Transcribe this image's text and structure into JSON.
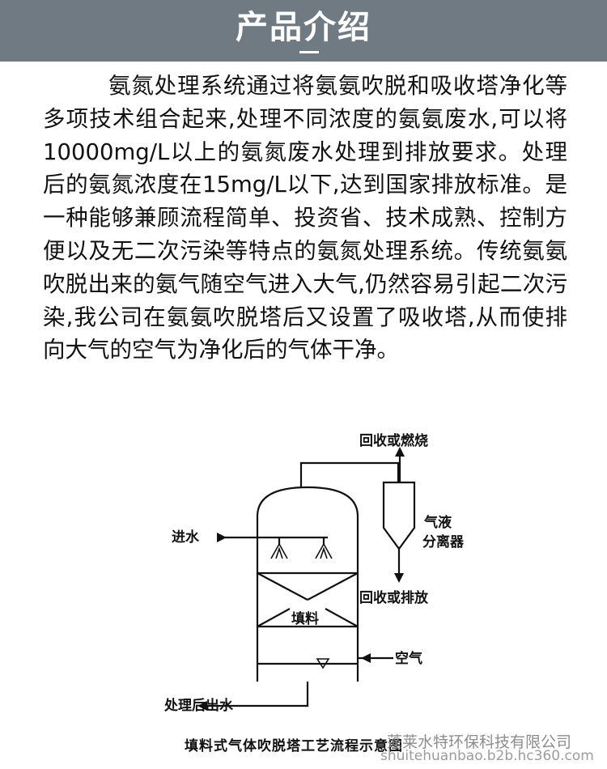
{
  "header": {
    "title": "产品介绍",
    "background_color": "#6f7a82"
  },
  "body": {
    "paragraph": "氨氮处理系统通过将氨氨吹脱和吸收塔净化等多项技术组合起来,处理不同浓度的氨氨废水,可以将10000mg/L以上的氨氮废水处理到排放要求。处理后的氨氮浓度在15mg/L以下,达到国家排放标准。是一种能够兼顾流程简单、投资省、技术成熟、控制方便以及无二次污染等特点的氨氮处理系统。传统氨氨吹脱出来的氨气随空气进入大气,仍然容易引起二次污染,我公司在氨氨吹脱塔后又设置了吸收塔,从而使排向大气的空气为净化后的气体干净。"
  },
  "diagram": {
    "caption": "填料式气体吹脱塔工艺流程示意图",
    "labels": {
      "top_output": "回收或燃烧",
      "separator_line1": "气液",
      "separator_line2": "分离器",
      "separator_output": "回收或排放",
      "water_in": "进水",
      "packing": "填料",
      "air_in": "空气",
      "water_out": "处理后出水"
    }
  },
  "watermark": {
    "company": "蓬莱水特环保科技有限公司",
    "url": "shuitehuanbao.b2b.hc360.com"
  }
}
